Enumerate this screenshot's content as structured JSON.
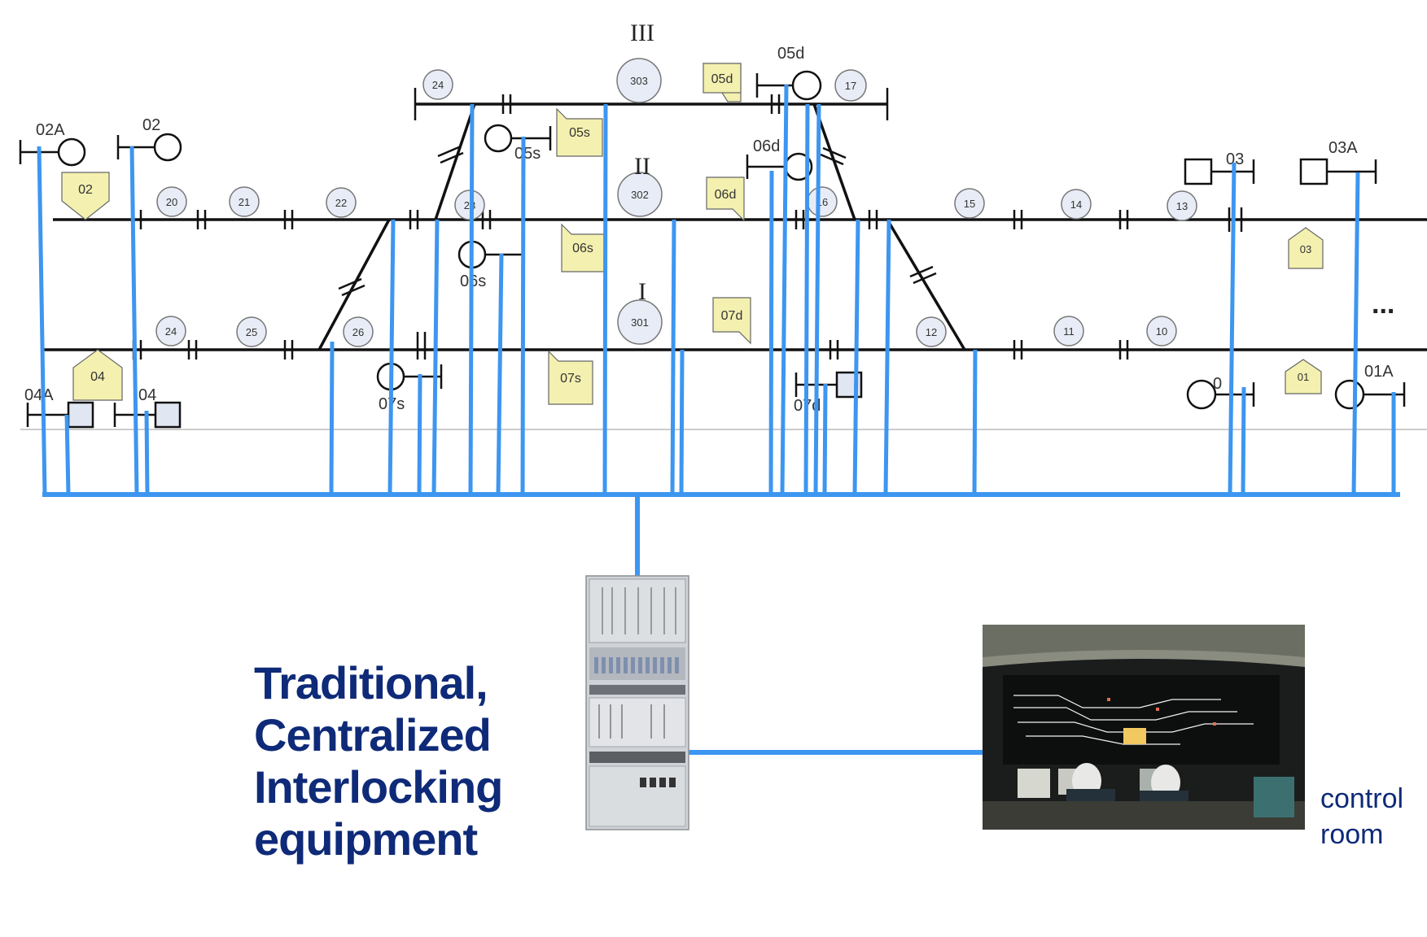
{
  "diagram": {
    "track_roman_labels": [
      "III",
      "II",
      "I"
    ],
    "signal_labels": [
      "02A",
      "02",
      "05d",
      "05s",
      "06d",
      "06s",
      "03",
      "03A",
      "04A",
      "04",
      "07s",
      "07d",
      "0",
      "01A"
    ],
    "flag_labels": [
      "02",
      "04",
      "05d",
      "05s",
      "06d",
      "06s",
      "07d",
      "07s",
      "03",
      "01"
    ],
    "section_numbers": [
      "24",
      "303",
      "17",
      "20",
      "21",
      "22",
      "23",
      "302",
      "16",
      "15",
      "14",
      "13",
      "24",
      "25",
      "26",
      "301",
      "12",
      "11",
      "10"
    ],
    "continuation": "..."
  },
  "equipment": {
    "title_lines": [
      "Traditional,",
      "Centralized",
      "Interlocking",
      "equipment"
    ],
    "control_room_lines": [
      "control",
      "room"
    ]
  },
  "colors": {
    "cable": "#3d96f0",
    "title": "#0e2a78",
    "flag_fill": "#f4f0b0",
    "section_circle": "#e8ecf6"
  }
}
